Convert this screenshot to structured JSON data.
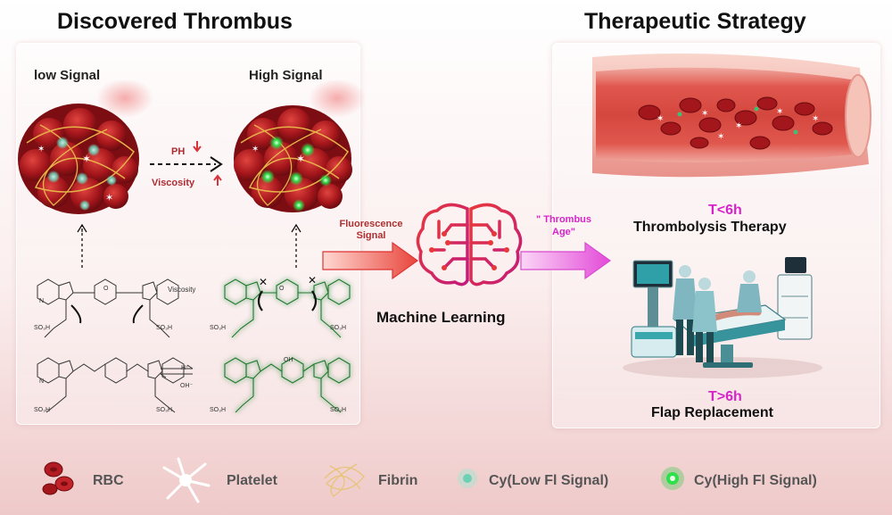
{
  "left_panel": {
    "title": "Discovered Thrombus",
    "low_signal_label": "low Signal",
    "high_signal_label": "High Signal",
    "ph_label": "PH",
    "viscosity_label": "Viscosity",
    "chem_viscosity_label": "Viscosity",
    "chem_h_label": "H⁺",
    "chem_oh_label": "OH⁻",
    "chem_o_label": "O",
    "chem_oh_group": "OH",
    "chem_so3h": "SO₃H",
    "chem_n": "N"
  },
  "middle": {
    "fluorescence_label_line1": "Fluorescence",
    "fluorescence_label_line2": "Signal",
    "thrombus_age_line1": "\" Thrombus",
    "thrombus_age_line2": "Age\"",
    "machine_learning_label": "Machine Learning"
  },
  "right_panel": {
    "title": "Therapeutic Strategy",
    "t_lt_6h": "T<6h",
    "thrombolysis_label": "Thrombolysis Therapy",
    "t_gt_6h": "T>6h",
    "flap_label": "Flap Replacement"
  },
  "legend": {
    "rbc": "RBC",
    "platelet": "Platelet",
    "fibrin": "Fibrin",
    "cy_low": "Cy(Low Fl Signal)",
    "cy_high": "Cy(High Fl Signal)"
  },
  "colors": {
    "red_arrow": "#e8463c",
    "magenta_arrow": "#e34ad8",
    "magenta_text": "#d624c9",
    "dark_red": "#b02a32",
    "green_glow": "#37c94a"
  }
}
